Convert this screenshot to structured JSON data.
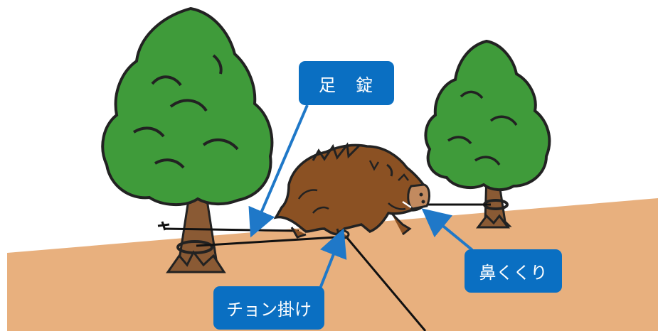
{
  "labels": {
    "ashi_jo": "足　錠",
    "hana_kukuri": "鼻くくり",
    "chon_gake": "チョン掛け"
  },
  "colors": {
    "ground": "#e8b07e",
    "tree_leaf": "#3f9b3a",
    "tree_leaf_dark": "#2f7d2c",
    "trunk": "#8a5a34",
    "boar": "#8b5123",
    "label_bg": "#0a6fc2",
    "label_text": "#ffffff",
    "arrow": "#1f78c8"
  },
  "icons": [
    "tree-left-icon",
    "tree-right-icon",
    "wild-boar-icon"
  ]
}
